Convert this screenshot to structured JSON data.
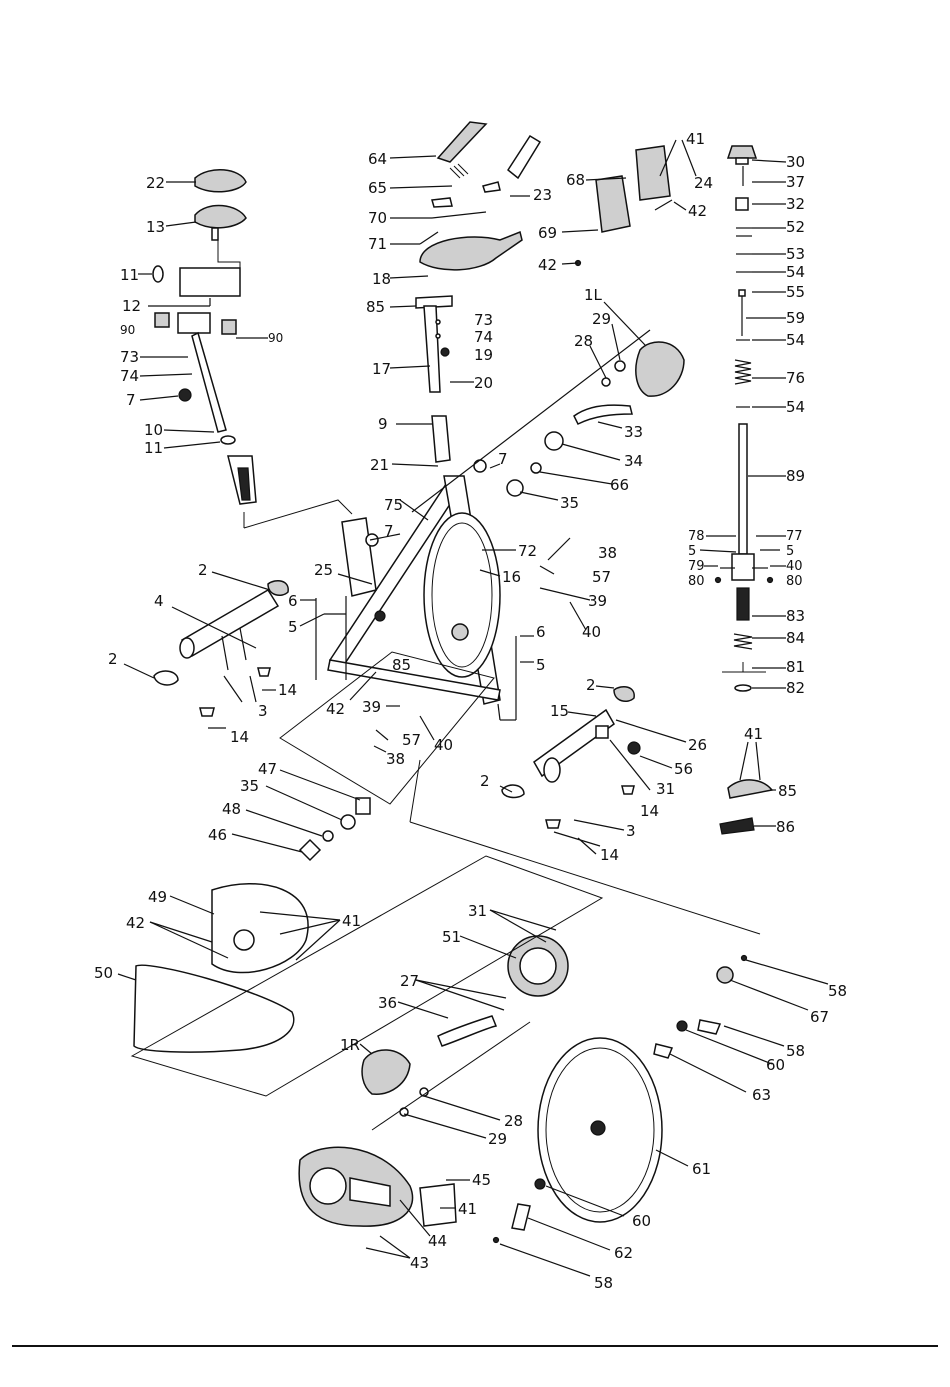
{
  "diagram": {
    "title": "",
    "callouts": [
      {
        "id": "c22",
        "text": "22"
      },
      {
        "id": "c13",
        "text": "13"
      },
      {
        "id": "c11a",
        "text": "11"
      },
      {
        "id": "c12",
        "text": "12"
      },
      {
        "id": "c90a",
        "text": "90"
      },
      {
        "id": "c90b",
        "text": "90"
      },
      {
        "id": "c73a",
        "text": "73"
      },
      {
        "id": "c74a",
        "text": "74"
      },
      {
        "id": "c7a",
        "text": "7"
      },
      {
        "id": "c10",
        "text": "10"
      },
      {
        "id": "c11b",
        "text": "11"
      },
      {
        "id": "c64",
        "text": "64"
      },
      {
        "id": "c65",
        "text": "65"
      },
      {
        "id": "c23",
        "text": "23"
      },
      {
        "id": "c70",
        "text": "70"
      },
      {
        "id": "c71",
        "text": "71"
      },
      {
        "id": "c18",
        "text": "18"
      },
      {
        "id": "c85a",
        "text": "85"
      },
      {
        "id": "c73b",
        "text": "73"
      },
      {
        "id": "c74b",
        "text": "74"
      },
      {
        "id": "c19",
        "text": "19"
      },
      {
        "id": "c17",
        "text": "17"
      },
      {
        "id": "c20",
        "text": "20"
      },
      {
        "id": "c41a",
        "text": "41"
      },
      {
        "id": "c68",
        "text": "68"
      },
      {
        "id": "c24",
        "text": "24"
      },
      {
        "id": "c42a",
        "text": "42"
      },
      {
        "id": "c69",
        "text": "69"
      },
      {
        "id": "c42b",
        "text": "42"
      },
      {
        "id": "c30",
        "text": "30"
      },
      {
        "id": "c37",
        "text": "37"
      },
      {
        "id": "c32",
        "text": "32"
      },
      {
        "id": "c52",
        "text": "52"
      },
      {
        "id": "c53",
        "text": "53"
      },
      {
        "id": "c54a",
        "text": "54"
      },
      {
        "id": "c55",
        "text": "55"
      },
      {
        "id": "c59",
        "text": "59"
      },
      {
        "id": "c54b",
        "text": "54"
      },
      {
        "id": "c76",
        "text": "76"
      },
      {
        "id": "c54c",
        "text": "54"
      },
      {
        "id": "c89",
        "text": "89"
      },
      {
        "id": "c78",
        "text": "78"
      },
      {
        "id": "c77",
        "text": "77"
      },
      {
        "id": "c5a",
        "text": "5"
      },
      {
        "id": "c5b",
        "text": "5"
      },
      {
        "id": "c79",
        "text": "79"
      },
      {
        "id": "c40a",
        "text": "40"
      },
      {
        "id": "c80a",
        "text": "80"
      },
      {
        "id": "c80b",
        "text": "80"
      },
      {
        "id": "c83",
        "text": "83"
      },
      {
        "id": "c84",
        "text": "84"
      },
      {
        "id": "c81",
        "text": "81"
      },
      {
        "id": "c82",
        "text": "82"
      },
      {
        "id": "c1L",
        "text": "1L"
      },
      {
        "id": "c29a",
        "text": "29"
      },
      {
        "id": "c28a",
        "text": "28"
      },
      {
        "id": "c33",
        "text": "33"
      },
      {
        "id": "c34",
        "text": "34"
      },
      {
        "id": "c66",
        "text": "66"
      },
      {
        "id": "c35a",
        "text": "35"
      },
      {
        "id": "c9",
        "text": "9"
      },
      {
        "id": "c21",
        "text": "21"
      },
      {
        "id": "c7b",
        "text": "7"
      },
      {
        "id": "c75",
        "text": "75"
      },
      {
        "id": "c7c",
        "text": "7"
      },
      {
        "id": "c72",
        "text": "72"
      },
      {
        "id": "c16",
        "text": "16"
      },
      {
        "id": "c38a",
        "text": "38"
      },
      {
        "id": "c57a",
        "text": "57"
      },
      {
        "id": "c39a",
        "text": "39"
      },
      {
        "id": "c40b",
        "text": "40"
      },
      {
        "id": "c25",
        "text": "25"
      },
      {
        "id": "c6a",
        "text": "6"
      },
      {
        "id": "c5c",
        "text": "5"
      },
      {
        "id": "c85b",
        "text": "85"
      },
      {
        "id": "c6b",
        "text": "6"
      },
      {
        "id": "c5d",
        "text": "5"
      },
      {
        "id": "c2a",
        "text": "2"
      },
      {
        "id": "c4",
        "text": "4"
      },
      {
        "id": "c2b",
        "text": "2"
      },
      {
        "id": "c14a",
        "text": "14"
      },
      {
        "id": "c3a",
        "text": "3"
      },
      {
        "id": "c14b",
        "text": "14"
      },
      {
        "id": "c42c",
        "text": "42"
      },
      {
        "id": "c39b",
        "text": "39"
      },
      {
        "id": "c57b",
        "text": "57"
      },
      {
        "id": "c40c",
        "text": "40"
      },
      {
        "id": "c38b",
        "text": "38"
      },
      {
        "id": "c2c",
        "text": "2"
      },
      {
        "id": "c15",
        "text": "15"
      },
      {
        "id": "c26",
        "text": "26"
      },
      {
        "id": "c56",
        "text": "56"
      },
      {
        "id": "c31a",
        "text": "31"
      },
      {
        "id": "c2d",
        "text": "2"
      },
      {
        "id": "c14c",
        "text": "14"
      },
      {
        "id": "c3b",
        "text": "3"
      },
      {
        "id": "c14d",
        "text": "14"
      },
      {
        "id": "c41b",
        "text": "41"
      },
      {
        "id": "c85c",
        "text": "85"
      },
      {
        "id": "c86",
        "text": "86"
      },
      {
        "id": "c47",
        "text": "47"
      },
      {
        "id": "c35b",
        "text": "35"
      },
      {
        "id": "c48",
        "text": "48"
      },
      {
        "id": "c46",
        "text": "46"
      },
      {
        "id": "c49",
        "text": "49"
      },
      {
        "id": "c42d",
        "text": "42"
      },
      {
        "id": "c41c",
        "text": "41"
      },
      {
        "id": "c50",
        "text": "50"
      },
      {
        "id": "c31b",
        "text": "31"
      },
      {
        "id": "c51",
        "text": "51"
      },
      {
        "id": "c27",
        "text": "27"
      },
      {
        "id": "c36",
        "text": "36"
      },
      {
        "id": "c1R",
        "text": "1R"
      },
      {
        "id": "c28b",
        "text": "28"
      },
      {
        "id": "c29b",
        "text": "29"
      },
      {
        "id": "c45",
        "text": "45"
      },
      {
        "id": "c41d",
        "text": "41"
      },
      {
        "id": "c44",
        "text": "44"
      },
      {
        "id": "c43",
        "text": "43"
      },
      {
        "id": "c58a",
        "text": "58"
      },
      {
        "id": "c67",
        "text": "67"
      },
      {
        "id": "c58b",
        "text": "58"
      },
      {
        "id": "c60a",
        "text": "60"
      },
      {
        "id": "c63",
        "text": "63"
      },
      {
        "id": "c61",
        "text": "61"
      },
      {
        "id": "c60b",
        "text": "60"
      },
      {
        "id": "c62",
        "text": "62"
      },
      {
        "id": "c58c",
        "text": "58"
      }
    ]
  }
}
